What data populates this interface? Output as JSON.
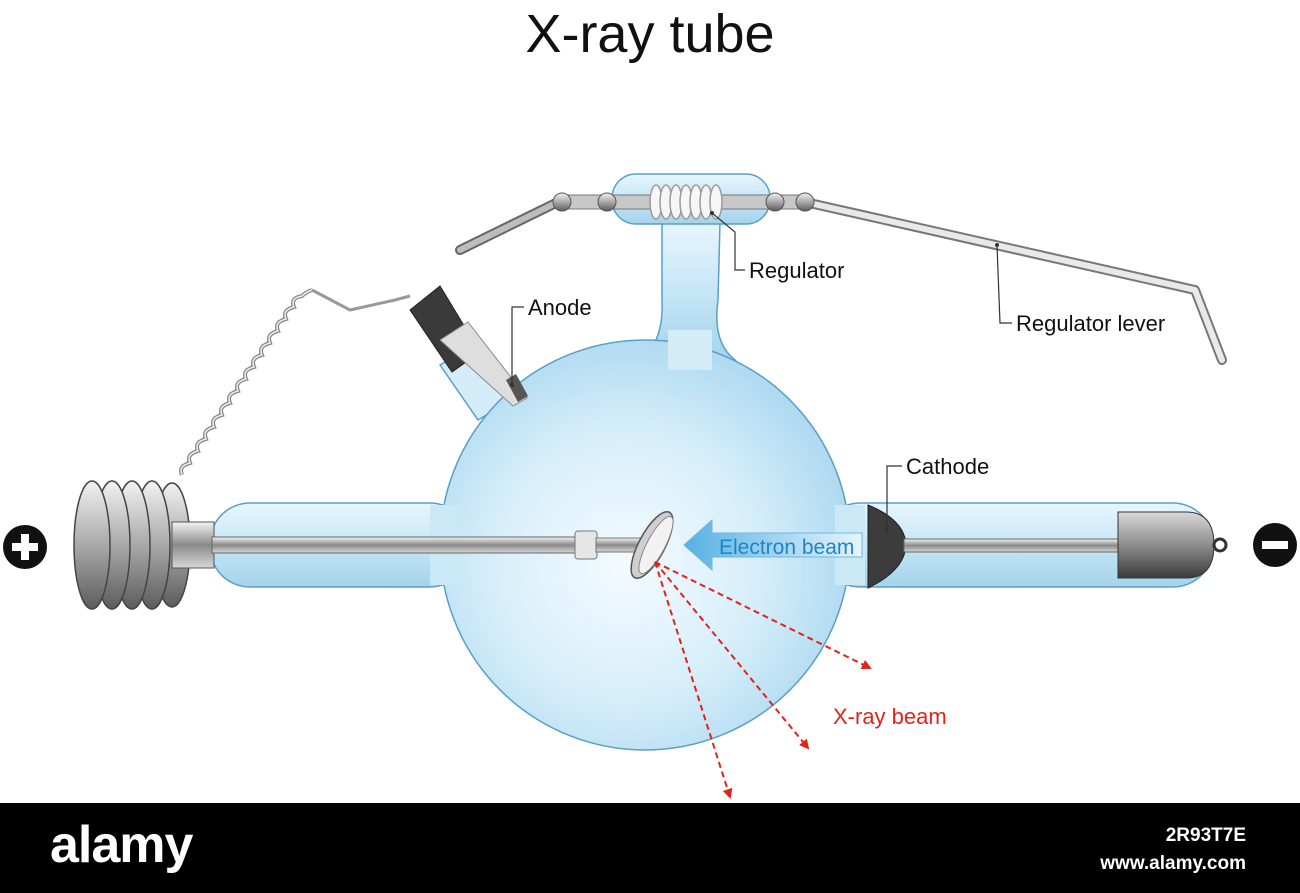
{
  "title": "X-ray tube",
  "labels": {
    "regulator": "Regulator",
    "regulator_lever": "Regulator lever",
    "anode": "Anode",
    "cathode": "Cathode",
    "electron_beam": "Electron beam",
    "xray_beam": "X-ray beam"
  },
  "terminals": {
    "positive_icon": "plus-circle-icon",
    "negative_icon": "minus-circle-icon"
  },
  "colors": {
    "glass": "#cfe9f7",
    "electron_beam": "#1c86c8",
    "xray_beam": "#e0231b"
  },
  "footer": {
    "logo": "alamy",
    "image_id": "2R93T7E",
    "site": "www.alamy.com"
  }
}
